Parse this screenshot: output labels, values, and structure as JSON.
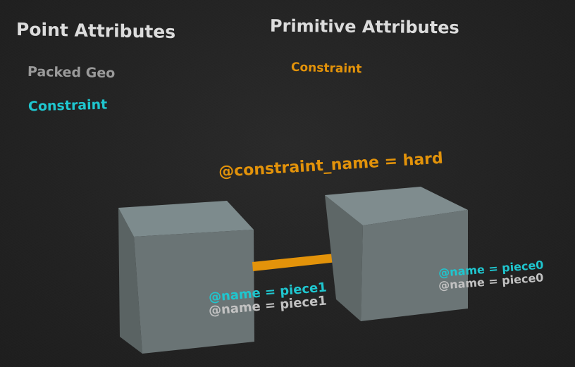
{
  "headings": {
    "point_attributes": "Point Attributes",
    "primitive_attributes": "Primitive Attributes"
  },
  "point_legend": {
    "packed_geo": "Packed Geo",
    "constraint": "Constraint"
  },
  "primitive_legend": {
    "constraint": "Constraint"
  },
  "constraint_label": "@constraint_name = hard",
  "left_box": {
    "point_name": "@name = piece1",
    "packed_name": "@name = piece1"
  },
  "right_box": {
    "point_name": "@name = piece0",
    "packed_name": "@name = piece0"
  },
  "colors": {
    "background": "#222222",
    "heading": "#dcdcdc",
    "packed_geo": "#9a9a9a",
    "constraint_point": "#1fc6cf",
    "constraint_primitive": "#e3930a",
    "box_front": "#6a7474",
    "box_side": "#596262",
    "box_top": "#7d8a8c"
  }
}
